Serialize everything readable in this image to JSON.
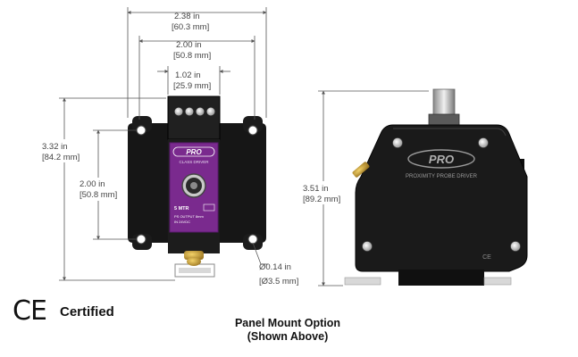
{
  "dimensions": {
    "overall_width": {
      "in": "2.38 in",
      "mm": "[60.3 mm]"
    },
    "mount_spacing": {
      "in": "2.00 in",
      "mm": "[50.8 mm]"
    },
    "module_width": {
      "in": "1.02 in",
      "mm": "[25.9 mm]"
    },
    "overall_height": {
      "in": "3.32 in",
      "mm": "[84.2 mm]"
    },
    "mount_height": {
      "in": "2.00 in",
      "mm": "[50.8 mm]"
    },
    "hole_diameter": {
      "in": "Ø0.14 in",
      "mm": "[Ø3.5 mm]"
    },
    "side_height": {
      "in": "3.51 in",
      "mm": "[89.2 mm]"
    }
  },
  "front_label": {
    "brand": "PRO",
    "subtitle": "CLASS DRIVER",
    "model_lines": [
      "5 MTR",
      "PS OUTPUT 8mm",
      "IN 24VDC"
    ]
  },
  "side_label": {
    "brand": "PRO",
    "subtitle": "PROXIMITY PROBE DRIVER"
  },
  "certification": {
    "mark": "CE",
    "text": "Certified"
  },
  "caption": {
    "line1": "Panel Mount Option",
    "line2": "(Shown Above)"
  },
  "colors": {
    "label_purple": "#7a2a8e",
    "housing": "#1a1a1a",
    "dimension_line": "#555555"
  }
}
